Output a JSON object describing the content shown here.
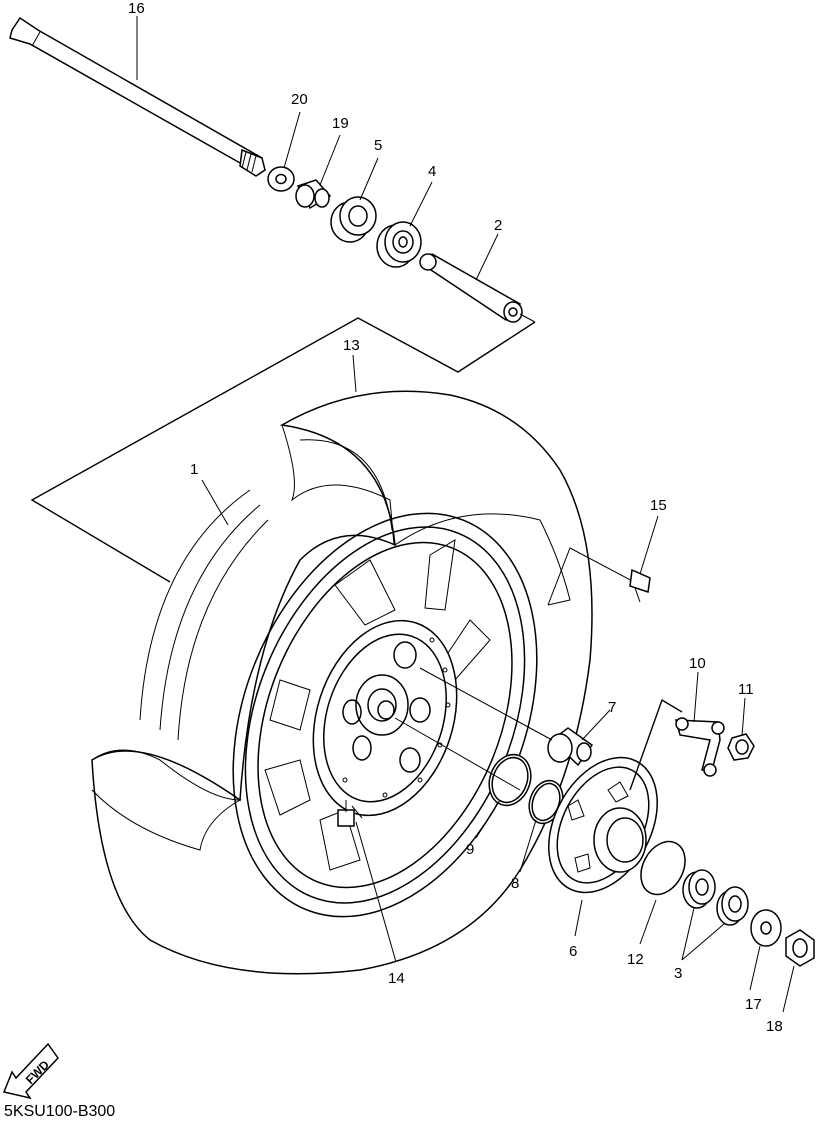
{
  "diagram": {
    "drawing_code": "5KSU100-B300",
    "fwd_label": "FWD",
    "callouts": [
      {
        "id": "c1",
        "label": "1"
      },
      {
        "id": "c2",
        "label": "2"
      },
      {
        "id": "c3",
        "label": "3"
      },
      {
        "id": "c4",
        "label": "4"
      },
      {
        "id": "c5",
        "label": "5"
      },
      {
        "id": "c6",
        "label": "6"
      },
      {
        "id": "c7",
        "label": "7"
      },
      {
        "id": "c8",
        "label": "8"
      },
      {
        "id": "c9",
        "label": "9"
      },
      {
        "id": "c10",
        "label": "10"
      },
      {
        "id": "c11",
        "label": "11"
      },
      {
        "id": "c12",
        "label": "12"
      },
      {
        "id": "c13",
        "label": "13"
      },
      {
        "id": "c14",
        "label": "14"
      },
      {
        "id": "c15",
        "label": "15"
      },
      {
        "id": "c16",
        "label": "16"
      },
      {
        "id": "c17",
        "label": "17"
      },
      {
        "id": "c18",
        "label": "18"
      },
      {
        "id": "c19",
        "label": "19"
      },
      {
        "id": "c20",
        "label": "20"
      }
    ]
  }
}
